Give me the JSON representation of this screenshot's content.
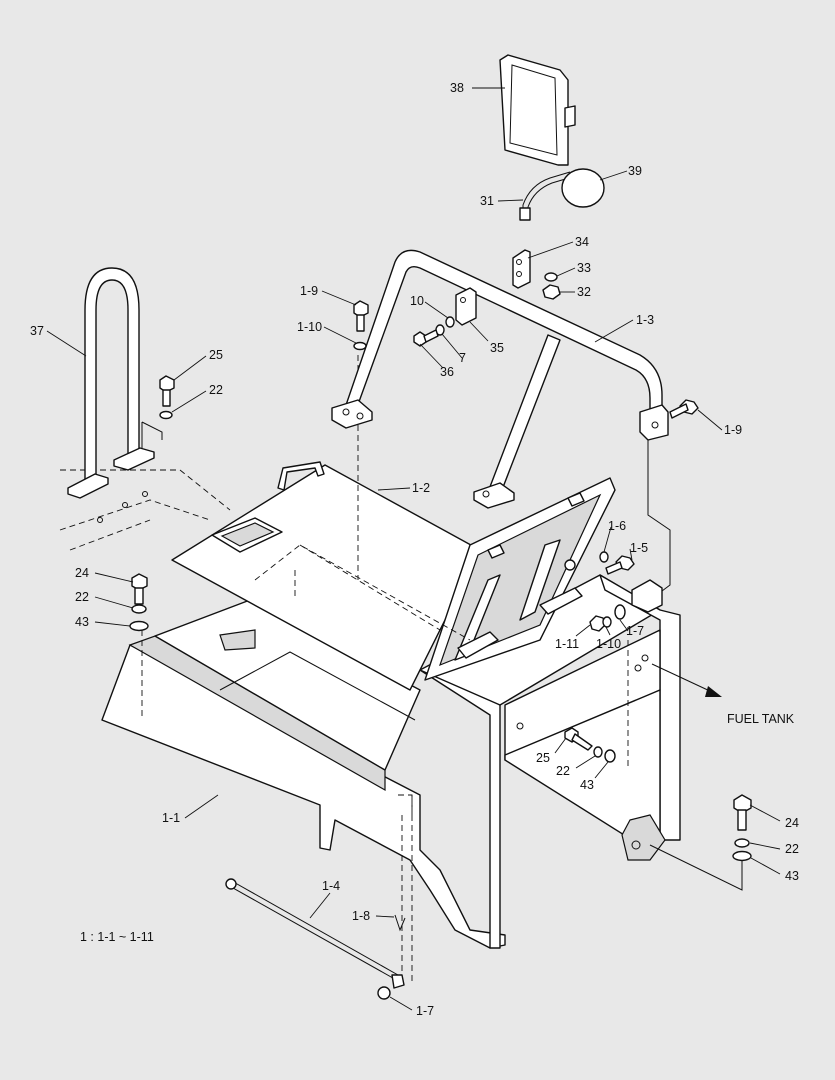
{
  "labels": [
    "38",
    "39",
    "31",
    "34",
    "33",
    "32",
    "1-9",
    "10",
    "35",
    "1-10",
    "7",
    "36",
    "1-3",
    "37",
    "25",
    "22",
    "1-9",
    "1-2",
    "1-6",
    "1-5",
    "24",
    "22",
    "43",
    "1-11",
    "1-10",
    "1-7",
    "FUEL TANK",
    "25",
    "22",
    "43",
    "1-1",
    "24",
    "22",
    "43",
    "1-4",
    "1-8",
    "1-7"
  ],
  "note": "1 : 1-1 ~ 1-11"
}
